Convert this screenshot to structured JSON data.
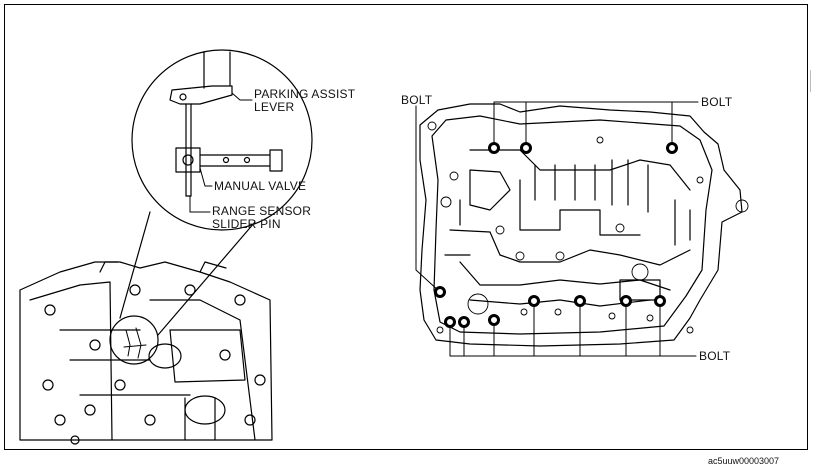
{
  "callouts": {
    "parking_assist_lever": [
      "PARKING ASSIST",
      "LEVER"
    ],
    "manual_valve": "MANUAL VALVE",
    "range_sensor_slider_pin": [
      "RANGE SENSOR",
      "SLIDER PIN"
    ],
    "bolt_left": "BOLT",
    "bolt_top_right": "BOLT",
    "bolt_bottom_right": "BOLT"
  },
  "figure_code": "ac5uuw00003007"
}
